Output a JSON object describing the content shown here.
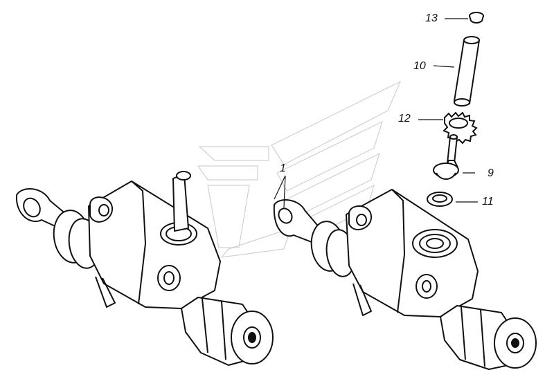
{
  "colors": {
    "line": "#111111",
    "watermark": "#cfcfcf",
    "background": "#ffffff"
  },
  "callouts": [
    {
      "id": "callout-1",
      "text": "1"
    },
    {
      "id": "callout-13",
      "text": "13"
    },
    {
      "id": "callout-10",
      "text": "10"
    },
    {
      "id": "callout-12",
      "text": "12"
    },
    {
      "id": "callout-9",
      "text": "9"
    },
    {
      "id": "callout-11",
      "text": "11"
    }
  ]
}
